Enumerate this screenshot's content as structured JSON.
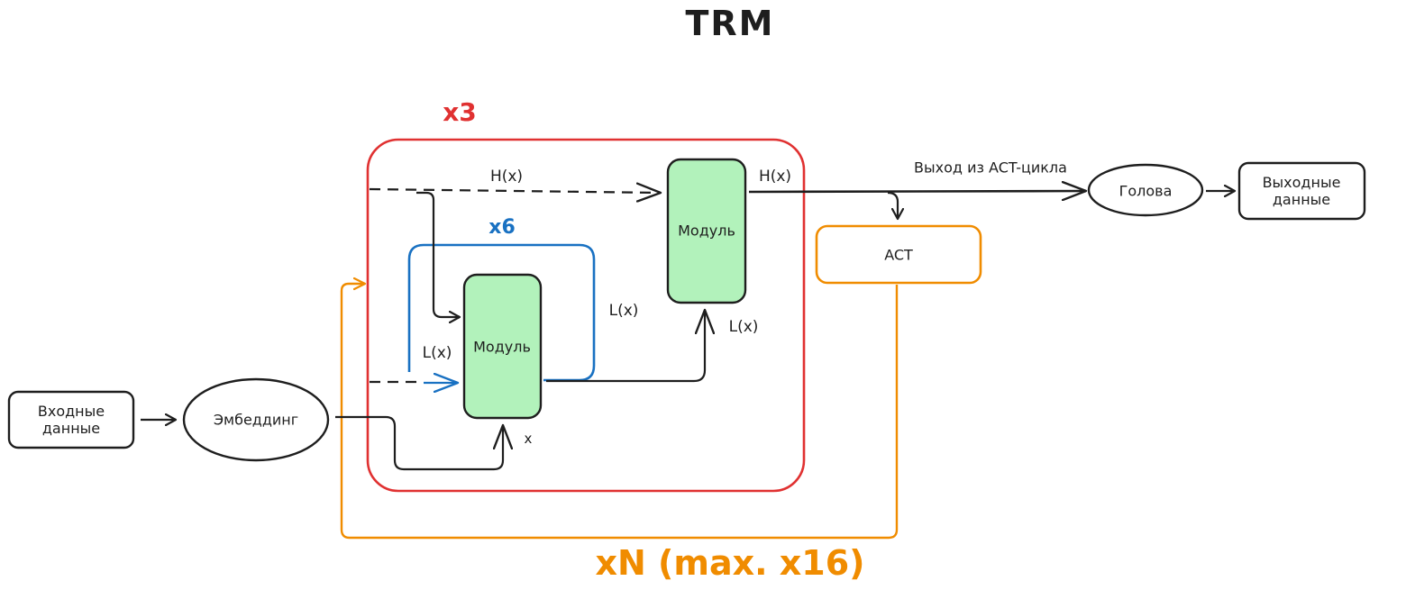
{
  "title": "TRM",
  "nodes": {
    "input": "Входные\nданные",
    "embedding": "Эмбеддинг",
    "module_low": "Модуль",
    "module_high": "Модуль",
    "act": "ACT",
    "head": "Голова",
    "output": "Выходные\nданные"
  },
  "edge_labels": {
    "h_in": "H(x)",
    "h_out": "H(x)",
    "l_in": "L(x)",
    "l_loop": "L(x)",
    "l_up": "L(x)",
    "x_in": "x",
    "act_exit": "Выход из ACT-цикла"
  },
  "repeats": {
    "outer": "x3",
    "inner": "x6",
    "act_loop": "xN (max. x16)"
  },
  "colors": {
    "stroke": "#1e1e1e",
    "red": "#e03131",
    "blue": "#1971c2",
    "orange": "#f08c00",
    "module_fill": "#b2f2bb"
  }
}
